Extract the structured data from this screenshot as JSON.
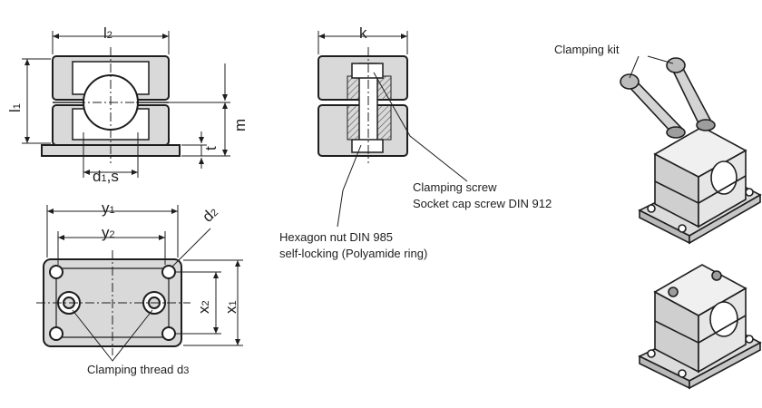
{
  "dimensions": {
    "l2": {
      "base": "l",
      "sub": "2"
    },
    "l1": {
      "base": "l",
      "sub": "1"
    },
    "m": "m",
    "t": "t",
    "d1s": {
      "base": "d",
      "sub": "1",
      "tail": ",s"
    },
    "k": "k",
    "y1": {
      "base": "y",
      "sub": "1"
    },
    "y2": {
      "base": "y",
      "sub": "2"
    },
    "d2": {
      "base": "d",
      "sub": "2"
    },
    "x2": {
      "base": "x",
      "sub": "2"
    },
    "x1": {
      "base": "x",
      "sub": "1"
    }
  },
  "callouts": {
    "clamping_kit": "Clamping kit",
    "clamping_screw_line1": "Clamping screw",
    "clamping_screw_line2": "Socket cap screw DIN 912",
    "hex_nut_line1": "Hexagon nut  DIN 985",
    "hex_nut_line2": "self-locking (Polyamide ring)",
    "clamping_thread": "Clamping thread d",
    "clamping_thread_sub": "3"
  },
  "colors": {
    "ink": "#1e1e1e",
    "part_fill": "#d9d9d9",
    "hatch": "#555555"
  }
}
